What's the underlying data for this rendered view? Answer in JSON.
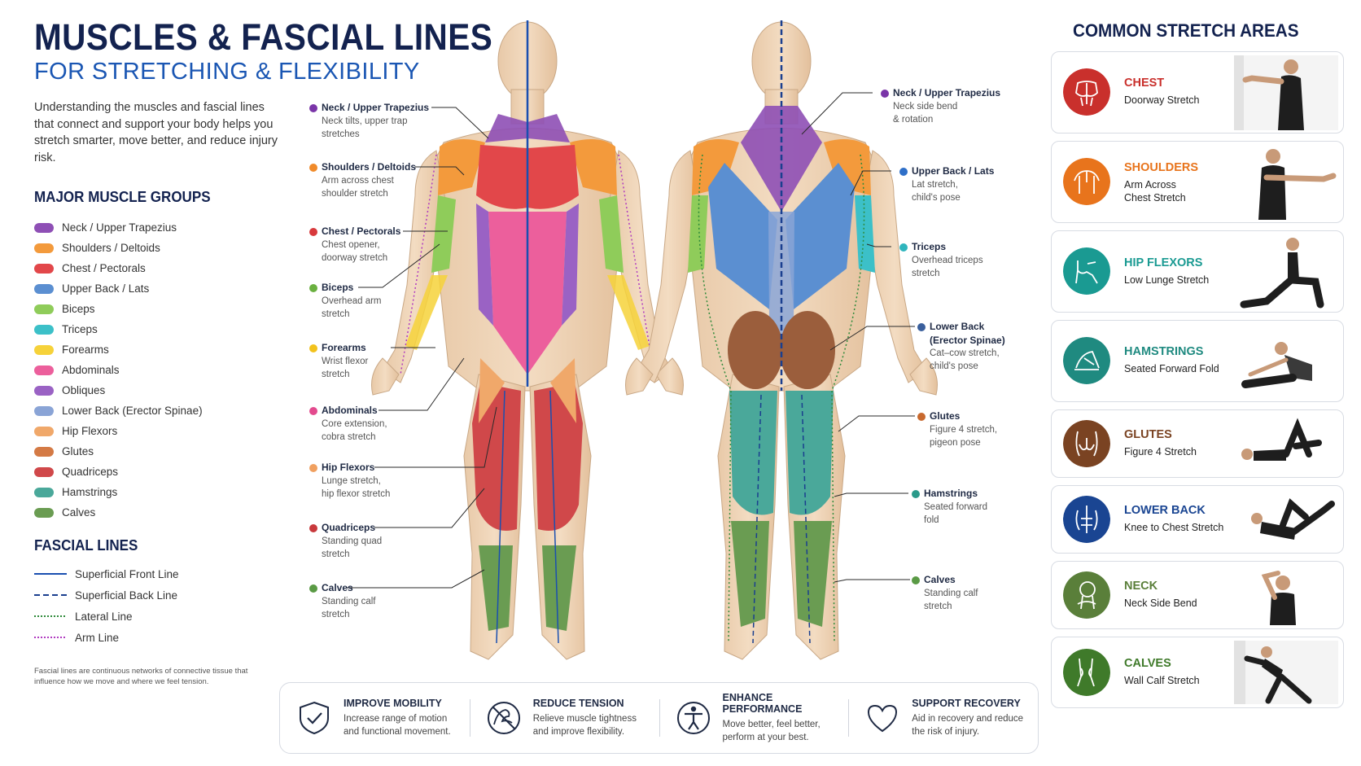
{
  "header": {
    "title": "MUSCLES & FASCIAL LINES",
    "subtitle": "FOR STRETCHING & FLEXIBILITY",
    "intro": "Understanding the muscles and fascial lines that connect and support your body helps you stretch smarter, move better, and reduce injury risk."
  },
  "major_groups": {
    "title": "MAJOR MUSCLE GROUPS",
    "items": [
      {
        "label": "Neck / Upper Trapezius",
        "color": "#8e4fb5"
      },
      {
        "label": "Shoulders / Deltoids",
        "color": "#f39a3c"
      },
      {
        "label": "Chest / Pectorals",
        "color": "#e2474a"
      },
      {
        "label": "Upper Back / Lats",
        "color": "#5b8fd1"
      },
      {
        "label": "Biceps",
        "color": "#8fcc5a"
      },
      {
        "label": "Triceps",
        "color": "#3cc0c8"
      },
      {
        "label": "Forearms",
        "color": "#f6d23a"
      },
      {
        "label": "Abdominals",
        "color": "#ec5f9c"
      },
      {
        "label": "Obliques",
        "color": "#9a62c4"
      },
      {
        "label": "Lower Back (Erector Spinae)",
        "color": "#8aa4d6"
      },
      {
        "label": "Hip Flexors",
        "color": "#f0a86a"
      },
      {
        "label": "Glutes",
        "color": "#d47a45"
      },
      {
        "label": "Quadriceps",
        "color": "#d0484a"
      },
      {
        "label": "Hamstrings",
        "color": "#4aa89a"
      },
      {
        "label": "Calves",
        "color": "#6a9c52"
      }
    ]
  },
  "fascial_lines": {
    "title": "FASCIAL LINES",
    "items": [
      {
        "label": "Superficial Front Line",
        "style": "solid",
        "color": "#1a4fb0"
      },
      {
        "label": "Superficial Back Line",
        "style": "dashed",
        "color": "#1a3f8f"
      },
      {
        "label": "Lateral Line",
        "style": "dotted",
        "color": "#2e8a3a"
      },
      {
        "label": "Arm Line",
        "style": "dotted",
        "color": "#b03ac0"
      }
    ],
    "footnote": "Fascial lines are continuous networks of connective tissue that influence how we move and where we feel tension."
  },
  "front_callouts": [
    {
      "title": "Neck / Upper Trapezius",
      "desc1": "Neck tilts, upper trap",
      "desc2": "stretches",
      "color": "#7a35a8"
    },
    {
      "title": "Shoulders / Deltoids",
      "desc1": "Arm across chest",
      "desc2": "shoulder stretch",
      "color": "#f08a2a"
    },
    {
      "title": "Chest / Pectorals",
      "desc1": "Chest opener,",
      "desc2": "doorway stretch",
      "color": "#d8393c"
    },
    {
      "title": "Biceps",
      "desc1": "Overhead arm",
      "desc2": "stretch",
      "color": "#6ab040"
    },
    {
      "title": "Forearms",
      "desc1": "Wrist flexor",
      "desc2": "stretch",
      "color": "#f2c21c"
    },
    {
      "title": "Abdominals",
      "desc1": "Core extension,",
      "desc2": "cobra stretch",
      "color": "#e34a8e"
    },
    {
      "title": "Hip Flexors",
      "desc1": "Lunge stretch,",
      "desc2": "hip flexor stretch",
      "color": "#f0a060"
    },
    {
      "title": "Quadriceps",
      "desc1": "Standing quad",
      "desc2": "stretch",
      "color": "#c8393c"
    },
    {
      "title": "Calves",
      "desc1": "Standing calf",
      "desc2": "stretch",
      "color": "#5a9a45"
    }
  ],
  "back_callouts": [
    {
      "title": "Neck / Upper Trapezius",
      "desc1": "Neck side bend",
      "desc2": "& rotation",
      "color": "#7a35a8"
    },
    {
      "title": "Upper Back / Lats",
      "desc1": "Lat stretch,",
      "desc2": "child's pose",
      "color": "#2e6fc8"
    },
    {
      "title": "Triceps",
      "desc1": "Overhead triceps",
      "desc2": "stretch",
      "color": "#2fb5bd"
    },
    {
      "title": "Lower Back",
      "title2": "(Erector Spinae)",
      "desc1": "Cat–cow stretch,",
      "desc2": "child's pose",
      "color": "#3a5f9c"
    },
    {
      "title": "Glutes",
      "desc1": "Figure 4 stretch,",
      "desc2": "pigeon pose",
      "color": "#c8692e"
    },
    {
      "title": "Hamstrings",
      "desc1": "Seated forward",
      "desc2": "fold",
      "color": "#2a9a8a"
    },
    {
      "title": "Calves",
      "desc1": "Standing calf",
      "desc2": "stretch",
      "color": "#5a9a45"
    }
  ],
  "benefits": [
    {
      "title": "IMPROVE MOBILITY",
      "desc1": "Increase range of motion",
      "desc2": "and functional movement.",
      "icon": "shield-check-icon"
    },
    {
      "title": "REDUCE TENSION",
      "desc1": "Relieve muscle tightness",
      "desc2": "and improve flexibility.",
      "icon": "muscle-icon"
    },
    {
      "title": "ENHANCE PERFORMANCE",
      "desc1": "Move better, feel better,",
      "desc2": "perform at your best.",
      "icon": "person-icon"
    },
    {
      "title": "SUPPORT RECOVERY",
      "desc1": "Aid in recovery and reduce",
      "desc2": "the risk of injury.",
      "icon": "heart-icon"
    }
  ],
  "stretch_areas": {
    "title": "COMMON STRETCH AREAS",
    "cards": [
      {
        "name": "CHEST",
        "stretch": "Doorway Stretch",
        "color": "#c9302c",
        "icon": "chest-icon"
      },
      {
        "name": "SHOULDERS",
        "stretch1": "Arm Across",
        "stretch2": "Chest Stretch",
        "color": "#e8741c",
        "icon": "shoulders-icon"
      },
      {
        "name": "HIP FLEXORS",
        "stretch": "Low Lunge Stretch",
        "color": "#1a9a92",
        "icon": "hip-icon"
      },
      {
        "name": "HAMSTRINGS",
        "stretch": "Seated Forward Fold",
        "color": "#1f8a80",
        "icon": "hamstring-icon"
      },
      {
        "name": "GLUTES",
        "stretch": "Figure 4 Stretch",
        "color": "#7a4322",
        "icon": "glutes-icon"
      },
      {
        "name": "LOWER BACK",
        "stretch": "Knee to Chest Stretch",
        "color": "#1a4592",
        "icon": "lower-back-icon"
      },
      {
        "name": "NECK",
        "stretch": "Neck Side Bend",
        "color": "#5a7f3a",
        "icon": "neck-icon"
      },
      {
        "name": "CALVES",
        "stretch": "Wall Calf Stretch",
        "color": "#3f7a2a",
        "icon": "calves-icon"
      }
    ]
  }
}
